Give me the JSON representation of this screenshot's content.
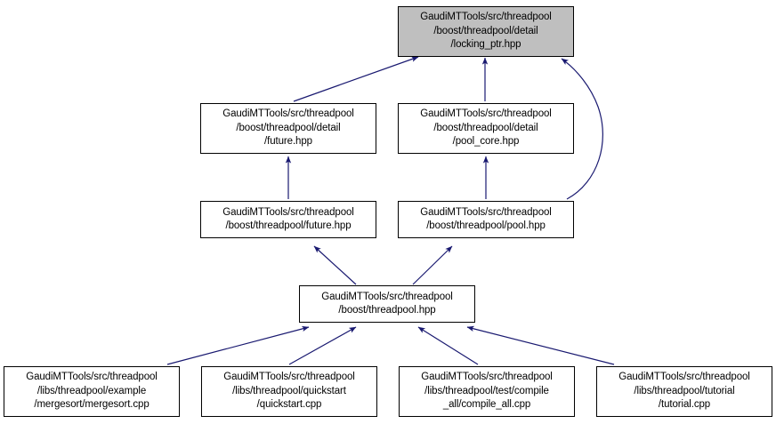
{
  "graph": {
    "type": "include-dependency-graph",
    "title": "GaudiMTTools/src/threadpool/boost/threadpool/detail/locking_ptr.hpp include dependency graph",
    "colors": {
      "node_border": "#000000",
      "node_fill": "#ffffff",
      "highlight_fill": "#bfbfbf",
      "edge": "#191970",
      "text": "#000000",
      "background": "#ffffff"
    },
    "nodes": [
      {
        "id": "locking_ptr",
        "highlight": true,
        "lines": [
          "GaudiMTTools/src/threadpool",
          "/boost/threadpool/detail",
          "/locking_ptr.hpp"
        ]
      },
      {
        "id": "detail_future",
        "highlight": false,
        "lines": [
          "GaudiMTTools/src/threadpool",
          "/boost/threadpool/detail",
          "/future.hpp"
        ]
      },
      {
        "id": "pool_core",
        "highlight": false,
        "lines": [
          "GaudiMTTools/src/threadpool",
          "/boost/threadpool/detail",
          "/pool_core.hpp"
        ]
      },
      {
        "id": "future",
        "highlight": false,
        "lines": [
          "GaudiMTTools/src/threadpool",
          "/boost/threadpool/future.hpp"
        ]
      },
      {
        "id": "pool",
        "highlight": false,
        "lines": [
          "GaudiMTTools/src/threadpool",
          "/boost/threadpool/pool.hpp"
        ]
      },
      {
        "id": "threadpool",
        "highlight": false,
        "lines": [
          "GaudiMTTools/src/threadpool",
          "/boost/threadpool.hpp"
        ]
      },
      {
        "id": "mergesort",
        "highlight": false,
        "lines": [
          "GaudiMTTools/src/threadpool",
          "/libs/threadpool/example",
          "/mergesort/mergesort.cpp"
        ]
      },
      {
        "id": "quickstart",
        "highlight": false,
        "lines": [
          "GaudiMTTools/src/threadpool",
          "/libs/threadpool/quickstart",
          "/quickstart.cpp"
        ]
      },
      {
        "id": "compile_all",
        "highlight": false,
        "lines": [
          "GaudiMTTools/src/threadpool",
          "/libs/threadpool/test/compile",
          "_all/compile_all.cpp"
        ]
      },
      {
        "id": "tutorial",
        "highlight": false,
        "lines": [
          "GaudiMTTools/src/threadpool",
          "/libs/threadpool/tutorial",
          "/tutorial.cpp"
        ]
      }
    ],
    "edges": [
      {
        "from": "detail_future",
        "to": "locking_ptr"
      },
      {
        "from": "pool_core",
        "to": "locking_ptr"
      },
      {
        "from": "pool",
        "to": "locking_ptr"
      },
      {
        "from": "future",
        "to": "detail_future"
      },
      {
        "from": "pool",
        "to": "pool_core"
      },
      {
        "from": "threadpool",
        "to": "future"
      },
      {
        "from": "threadpool",
        "to": "pool"
      },
      {
        "from": "mergesort",
        "to": "threadpool"
      },
      {
        "from": "quickstart",
        "to": "threadpool"
      },
      {
        "from": "compile_all",
        "to": "threadpool"
      },
      {
        "from": "tutorial",
        "to": "threadpool"
      }
    ]
  }
}
